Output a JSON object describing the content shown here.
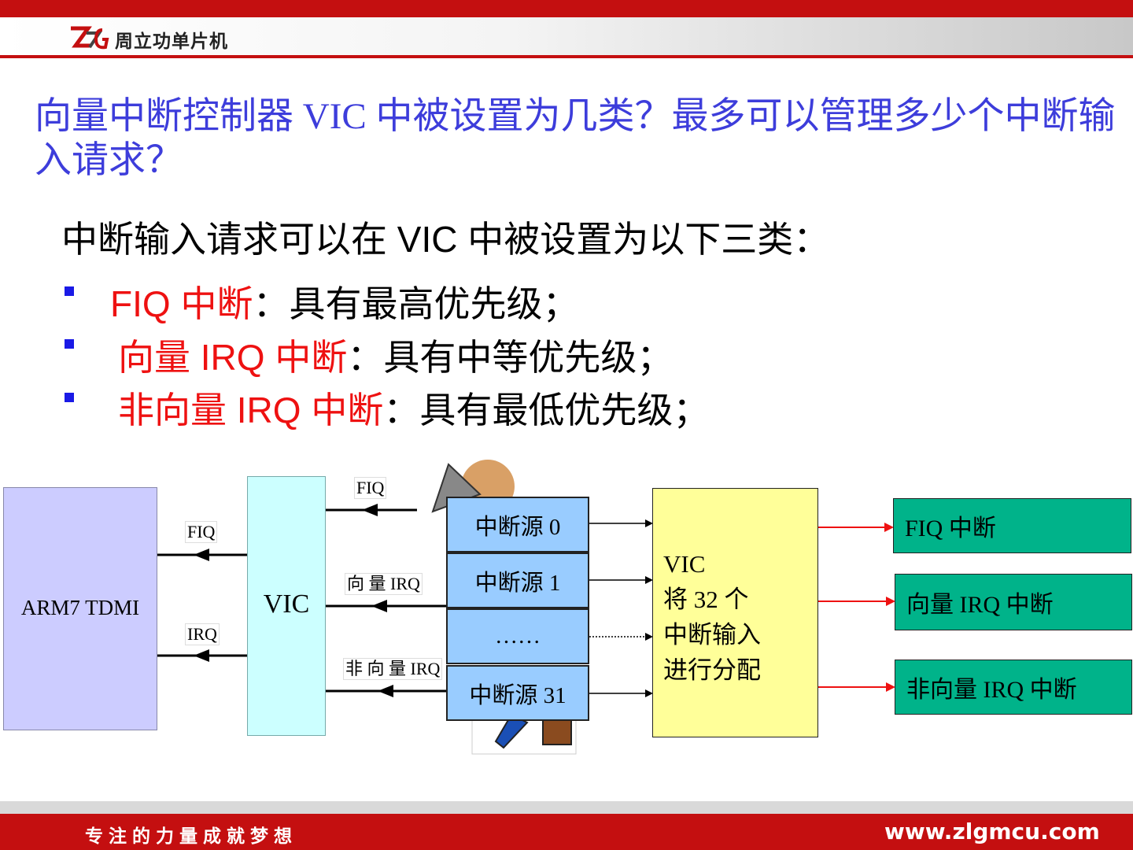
{
  "header": {
    "company": "周立功单片机"
  },
  "title": "向量中断控制器 VIC 中被设置为几类？最多可以管理多少个中断输入请求？",
  "intro": "中断输入请求可以在 VIC 中被设置为以下三类：",
  "bullets": [
    {
      "red": "FIQ 中断",
      "rest": "：具有最高优先级；"
    },
    {
      "red": "向量 IRQ 中断",
      "rest": "：具有中等优先级；"
    },
    {
      "red": "非向量 IRQ 中断",
      "rest": "：具有最低优先级；"
    }
  ],
  "diagram": {
    "arm_label": "ARM7 TDMI",
    "vic_label": "VIC",
    "fiq_left": "FIQ",
    "irq_left": "IRQ",
    "fiq_right": "FIQ",
    "vec_irq": "向 量 IRQ",
    "nonvec_irq": "非 向 量 IRQ",
    "sources": [
      "中断源 0",
      "中断源 1",
      "……",
      "中断源 31"
    ],
    "vic_desc": [
      "VIC",
      "将 32 个",
      "中断输入",
      "进行分配"
    ],
    "outputs": [
      "FIQ 中断",
      "向量 IRQ 中断",
      "非向量 IRQ 中断"
    ]
  },
  "footer": {
    "slogan": "专注的力量成就梦想",
    "website": "www.zlgmcu.com"
  },
  "colors": {
    "brand_red": "#c40f10",
    "title_blue": "#3d3ddb",
    "highlight_red": "#ee1111",
    "bullet_blue": "#1a1ae6"
  }
}
